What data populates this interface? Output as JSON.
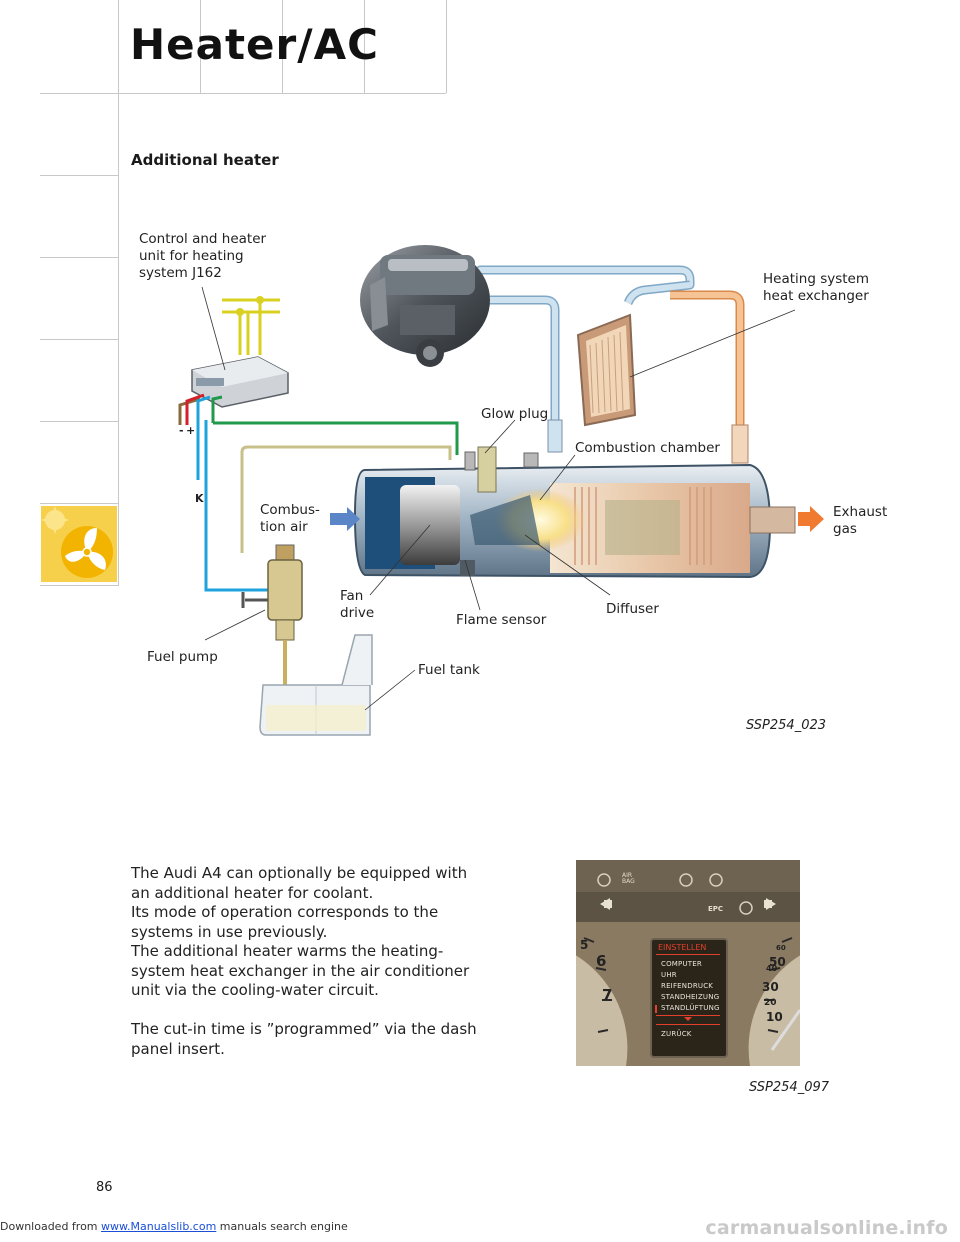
{
  "header": {
    "title": "Heater/AC"
  },
  "section": {
    "title": "Additional heater"
  },
  "diagram": {
    "labels": {
      "control_unit": "Control and heater\nunit for heating\nsystem J162",
      "heat_exchanger": "Heating system\nheat exchanger",
      "glow_plug": "Glow plug",
      "combustion_chamber": "Combustion chamber",
      "combustion_air": "Combus-\ntion air",
      "exhaust_gas": "Exhaust\ngas",
      "fan_drive": "Fan\ndrive",
      "flame_sensor": "Flame sensor",
      "diffuser": "Diffuser",
      "fuel_pump": "Fuel pump",
      "fuel_tank": "Fuel tank",
      "minus": "-",
      "plus": "+",
      "k": "K"
    },
    "caption": "SSP254_023"
  },
  "body": {
    "text": "The Audi A4 can optionally be equipped with\nan additional heater for coolant.\nIts mode of operation corresponds to the\nsystems in use previously.\nThe additional heater warms the heating-\nsystem heat exchanger in the air conditioner\nunit via the cooling-water circuit.\n\nThe cut-in time is ”programmed” via the dash\npanel insert."
  },
  "dash": {
    "menu_title": "EINSTELLEN",
    "items": [
      "COMPUTER",
      "UHR",
      "REIFENDRUCK",
      "STANDHEIZUNG",
      "STANDLÜFTUNG",
      "ZURÜCK"
    ],
    "left_gauge": [
      "5",
      "6",
      "7"
    ],
    "right_gauge": [
      "60",
      "50",
      "40",
      "30",
      "20",
      "10"
    ],
    "airbag": "AIR\nBAG",
    "epc": "EPC",
    "caption": "SSP254_097"
  },
  "page": {
    "number": "86"
  },
  "footer": {
    "prefix": "Downloaded from",
    "link": "www.Manualslib.com",
    "suffix": "manuals search engine",
    "watermark": "carmanualsonline.info"
  },
  "colors": {
    "coolant_blue": "#b9d3e6",
    "hot_orange": "#f1b27a",
    "wire_green": "#1f9a4a",
    "wire_blue": "#1ea3dc",
    "fuel_line": "#c8c08a",
    "icon_yellow": "#f4c21e",
    "arrow_blue": "#5a86c8",
    "arrow_orange": "#f07a30"
  }
}
